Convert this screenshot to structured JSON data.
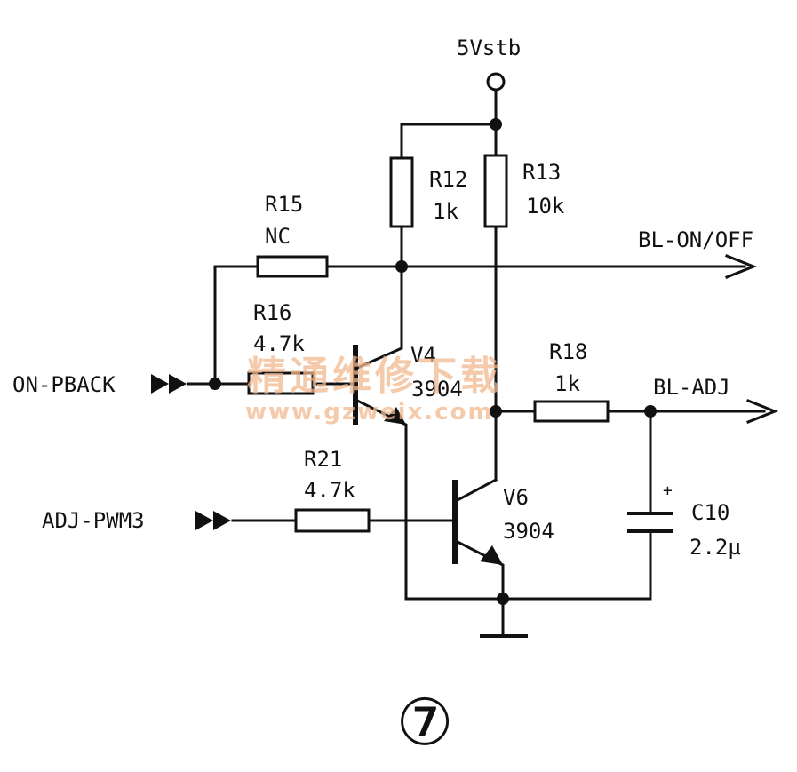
{
  "supply": {
    "label": "5Vstb"
  },
  "components": {
    "r12": {
      "name": "R12",
      "value": "1k"
    },
    "r13": {
      "name": "R13",
      "value": "10k"
    },
    "r15": {
      "name": "R15",
      "value": "NC"
    },
    "r16": {
      "name": "R16",
      "value": "4.7k"
    },
    "r18": {
      "name": "R18",
      "value": "1k"
    },
    "r21": {
      "name": "R21",
      "value": "4.7k"
    },
    "v4": {
      "name": "V4",
      "value": "3904"
    },
    "v6": {
      "name": "V6",
      "value": "3904"
    },
    "c10": {
      "name": "C10",
      "value": "2.2µ",
      "polarity": "+"
    }
  },
  "signals": {
    "bl_on_off": "BL-ON/OFF",
    "bl_adj": "BL-ADJ",
    "on_pback": "ON-PBACK",
    "adj_pwm3": "ADJ-PWM3"
  },
  "watermark": {
    "text": "精通维修下载",
    "url": "www.gzweix.com"
  },
  "figure_number": "⑦",
  "colors": {
    "ink": "#111111",
    "watermark": "#f2b98f"
  }
}
